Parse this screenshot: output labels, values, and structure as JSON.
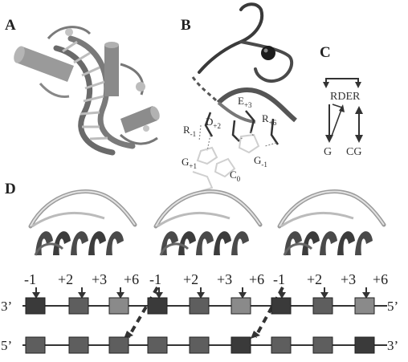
{
  "panels": {
    "a": "A",
    "b": "B",
    "c": "C",
    "d": "D"
  },
  "panel_b": {
    "labels": [
      {
        "base": "R",
        "sub": "-1"
      },
      {
        "base": "D",
        "sub": "+2"
      },
      {
        "base": "E",
        "sub": "+3"
      },
      {
        "base": "R",
        "sub": "+6"
      },
      {
        "base": "G",
        "sub": "+1"
      },
      {
        "base": "C",
        "sub": "0"
      },
      {
        "base": "G",
        "sub": "-1"
      }
    ]
  },
  "panel_c": {
    "protein": "RDER",
    "dna_g": "G",
    "dna_cg": "CG"
  },
  "panel_d": {
    "positions": [
      "-1",
      "+2",
      "+3",
      "+6"
    ],
    "top_strand": {
      "left": "3’",
      "right": "5’"
    },
    "bottom_strand": {
      "left": "5’",
      "right": "3’"
    },
    "colors": {
      "dark": "#3a3a3a",
      "mid": "#5e5e5e",
      "light": "#8a8a8a",
      "line": "#333333"
    }
  }
}
